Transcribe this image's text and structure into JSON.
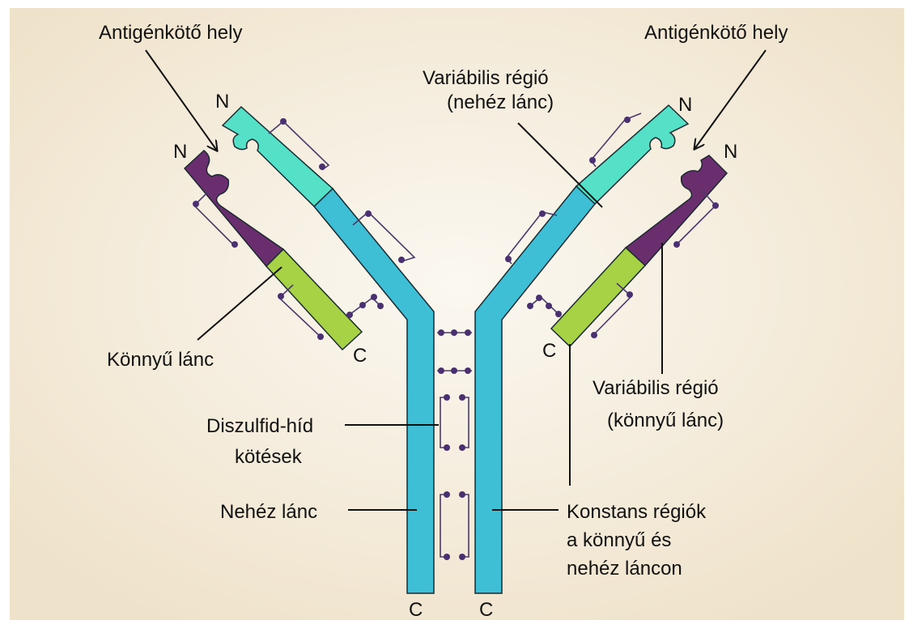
{
  "labels": {
    "antigen_site_left": "Antigénkötő hely",
    "antigen_site_right": "Antigénkötő hely",
    "variable_heavy_line1": "Variábilis régió",
    "variable_heavy_line2": "(nehéz lánc)",
    "light_chain": "Könnyű lánc",
    "variable_light_line1": "Variábilis régió",
    "variable_light_line2": "(könnyű lánc)",
    "disulfide_line1": "Diszulfid-híd",
    "disulfide_line2": "kötések",
    "heavy_chain": "Nehéz lánc",
    "constant_line1": "Konstans régiók",
    "constant_line2": "a könnyű és",
    "constant_line3": "nehéz láncon"
  },
  "termini": {
    "n": "N",
    "c": "C"
  },
  "colors": {
    "background_center": "#fbf8f1",
    "background_edge": "#efe2ca",
    "heavy_constant": "#3fbfd6",
    "heavy_variable": "#55e0c8",
    "light_variable": "#6a2e6e",
    "light_constant": "#a8d246",
    "disulfide_dot": "#4a3070"
  }
}
